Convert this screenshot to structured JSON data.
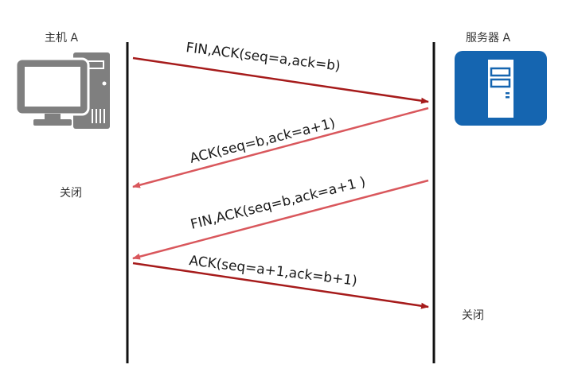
{
  "participants": [
    {
      "id": "host",
      "label": "主机 A",
      "icon": "desktop-computer-icon",
      "icon_color": "#7f7f7f",
      "closed_label": "关闭"
    },
    {
      "id": "server",
      "label": "服务器 A",
      "icon": "server-icon",
      "icon_color": "#1565b0",
      "closed_label": "关闭"
    }
  ],
  "messages": [
    {
      "from": "host",
      "to": "server",
      "label": "FIN,ACK(seq=a,ack=b)",
      "color": "#a61b1b"
    },
    {
      "from": "server",
      "to": "host",
      "label": "ACK(seq=b,ack=a+1)",
      "color": "#d9575c"
    },
    {
      "from": "server",
      "to": "host",
      "label": "FIN,ACK(seq=b,ack=a+1 )",
      "color": "#d9575c"
    },
    {
      "from": "host",
      "to": "server",
      "label": "ACK(seq=a+1,ack=b+1)",
      "color": "#a61b1b"
    }
  ],
  "colors": {
    "lifeline": "#111111",
    "text": "#333333"
  }
}
